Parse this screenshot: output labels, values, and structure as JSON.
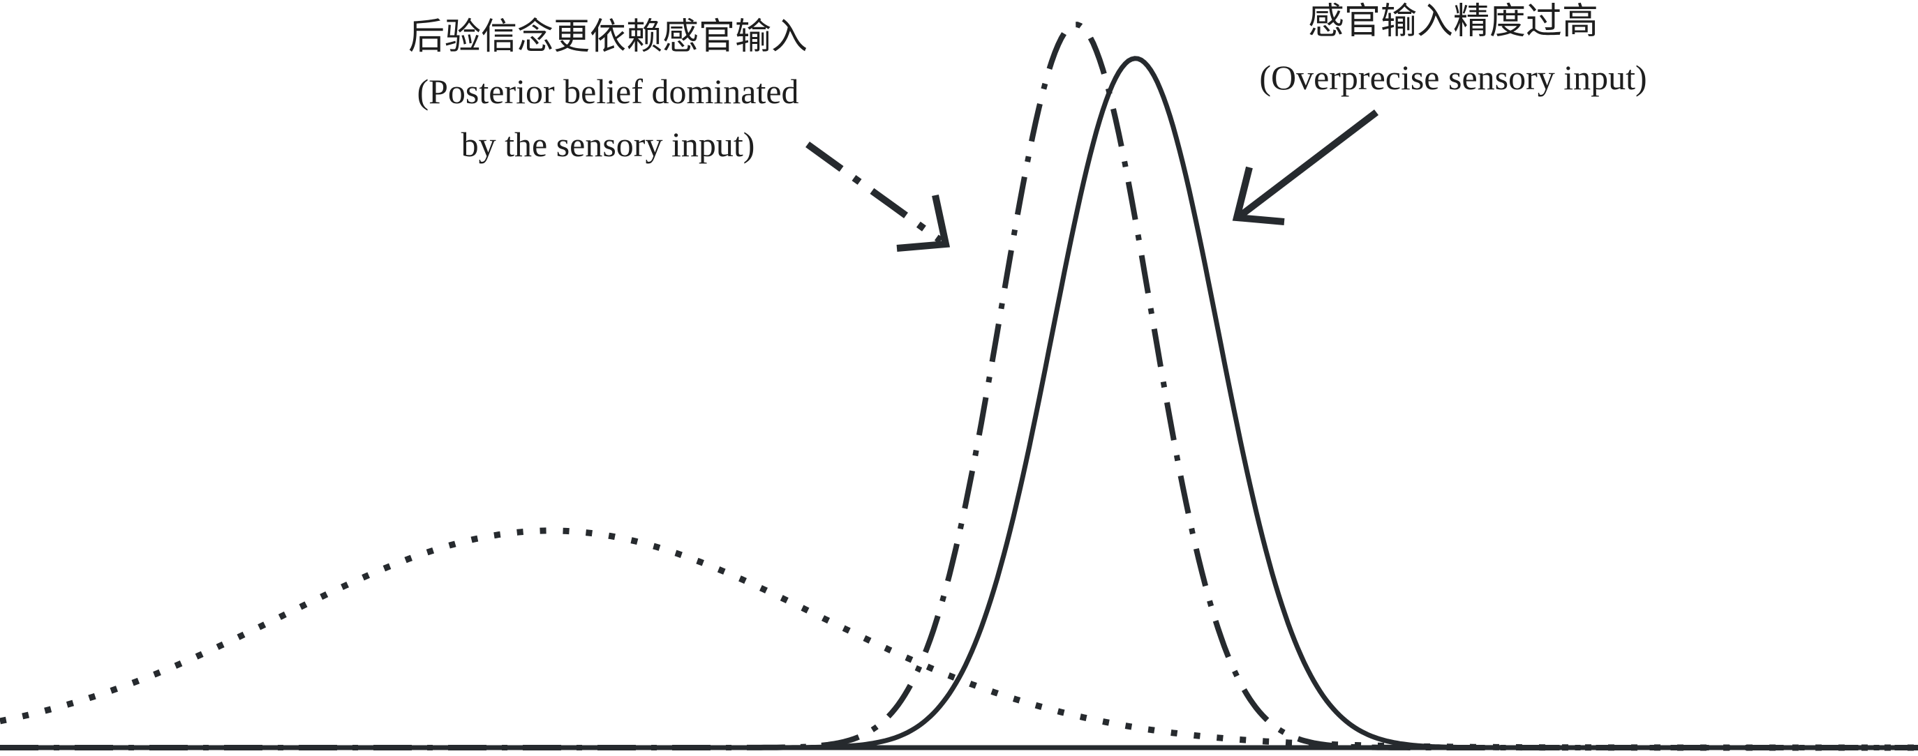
{
  "chart_data": {
    "type": "line",
    "title": "",
    "xlabel": "",
    "ylabel": "",
    "xlim": [
      0,
      10
    ],
    "ylim": [
      0,
      1.0
    ],
    "grid": false,
    "series": [
      {
        "name": "prior",
        "style": "dotted",
        "distribution": "gaussian",
        "mean": 2.87,
        "sigma": 1.4,
        "peak": 0.3
      },
      {
        "name": "posterior",
        "style": "dash-dot",
        "distribution": "gaussian",
        "mean": 5.61,
        "sigma": 0.39,
        "peak": 1.0
      },
      {
        "name": "sensory-input",
        "style": "solid",
        "distribution": "gaussian",
        "mean": 5.92,
        "sigma": 0.43,
        "peak": 0.953
      }
    ],
    "annotations": {
      "posterior": {
        "zh": "后验信念更依赖感官输入",
        "en_line1": "(Posterior belief dominated",
        "en_line2": "by the sensory input)"
      },
      "sensory": {
        "zh": "感官输入精度过高",
        "en": "(Overprecise sensory input)"
      }
    }
  },
  "colors": {
    "ink": "#262a2e"
  }
}
